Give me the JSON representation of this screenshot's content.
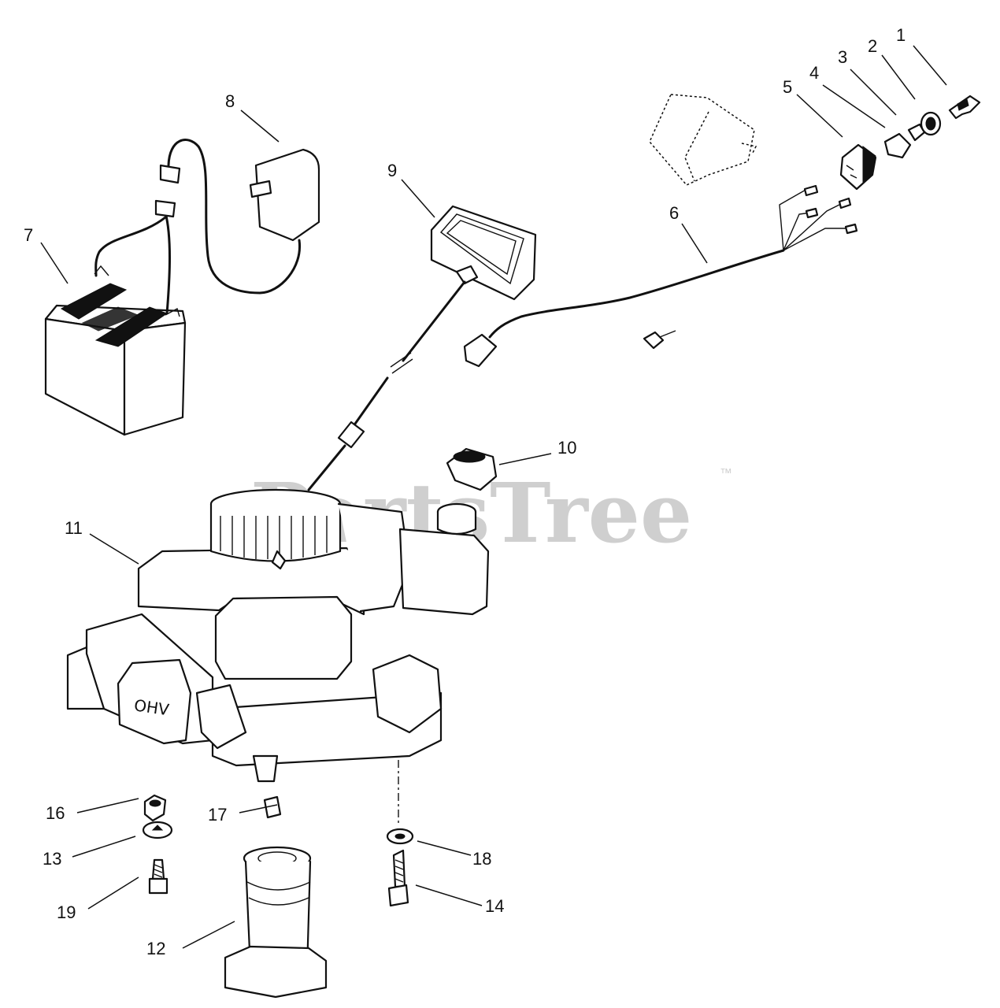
{
  "watermark": {
    "text": "PartsTree",
    "trademark": "™",
    "color": "#cfcfcf"
  },
  "engine_decal": "OHV",
  "callouts": [
    {
      "id": "1",
      "label": "1"
    },
    {
      "id": "2",
      "label": "2"
    },
    {
      "id": "3",
      "label": "3"
    },
    {
      "id": "4",
      "label": "4"
    },
    {
      "id": "5",
      "label": "5"
    },
    {
      "id": "6",
      "label": "6"
    },
    {
      "id": "7",
      "label": "7"
    },
    {
      "id": "8",
      "label": "8"
    },
    {
      "id": "9",
      "label": "9"
    },
    {
      "id": "10",
      "label": "10"
    },
    {
      "id": "11",
      "label": "11"
    },
    {
      "id": "12",
      "label": "12"
    },
    {
      "id": "13",
      "label": "13"
    },
    {
      "id": "14",
      "label": "14"
    },
    {
      "id": "16",
      "label": "16"
    },
    {
      "id": "17",
      "label": "17"
    },
    {
      "id": "18",
      "label": "18"
    },
    {
      "id": "19",
      "label": "19"
    }
  ]
}
